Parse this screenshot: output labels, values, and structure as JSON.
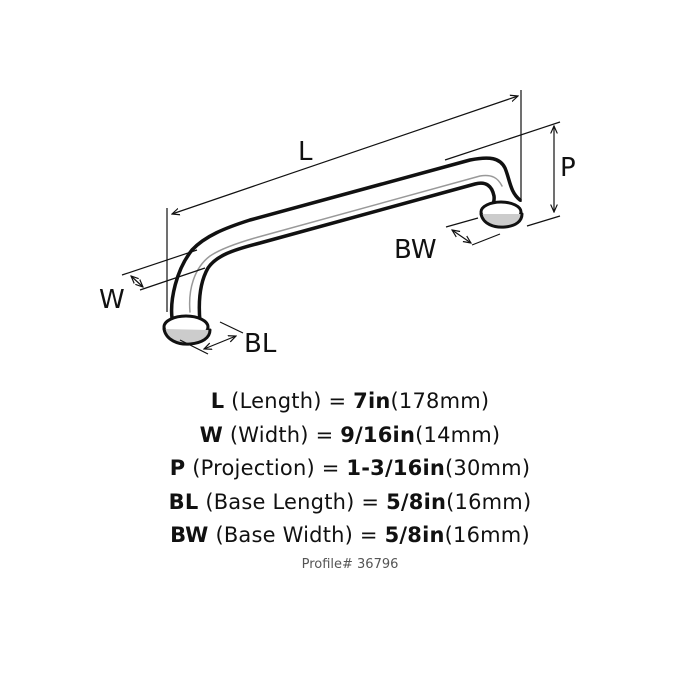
{
  "diagram": {
    "subject": "cabinet-pull-handle",
    "labels": {
      "L": "L",
      "W": "W",
      "P": "P",
      "BL": "BL",
      "BW": "BW"
    }
  },
  "specs": [
    {
      "code": "L",
      "name": "(Length)",
      "eq": " = ",
      "inches": "7in",
      "mm": "(178mm)"
    },
    {
      "code": "W",
      "name": "(Width)",
      "eq": " = ",
      "inches": "9/16in",
      "mm": "(14mm)"
    },
    {
      "code": "P",
      "name": "(Projection)",
      "eq": " = ",
      "inches": "1-3/16in",
      "mm": "(30mm)"
    },
    {
      "code": "BL",
      "name": "(Base Length)",
      "eq": " = ",
      "inches": "5/8in",
      "mm": "(16mm)"
    },
    {
      "code": "BW",
      "name": "(Base Width)",
      "eq": " = ",
      "inches": "5/8in",
      "mm": "(16mm)"
    }
  ],
  "profile": "Profile# 36796"
}
